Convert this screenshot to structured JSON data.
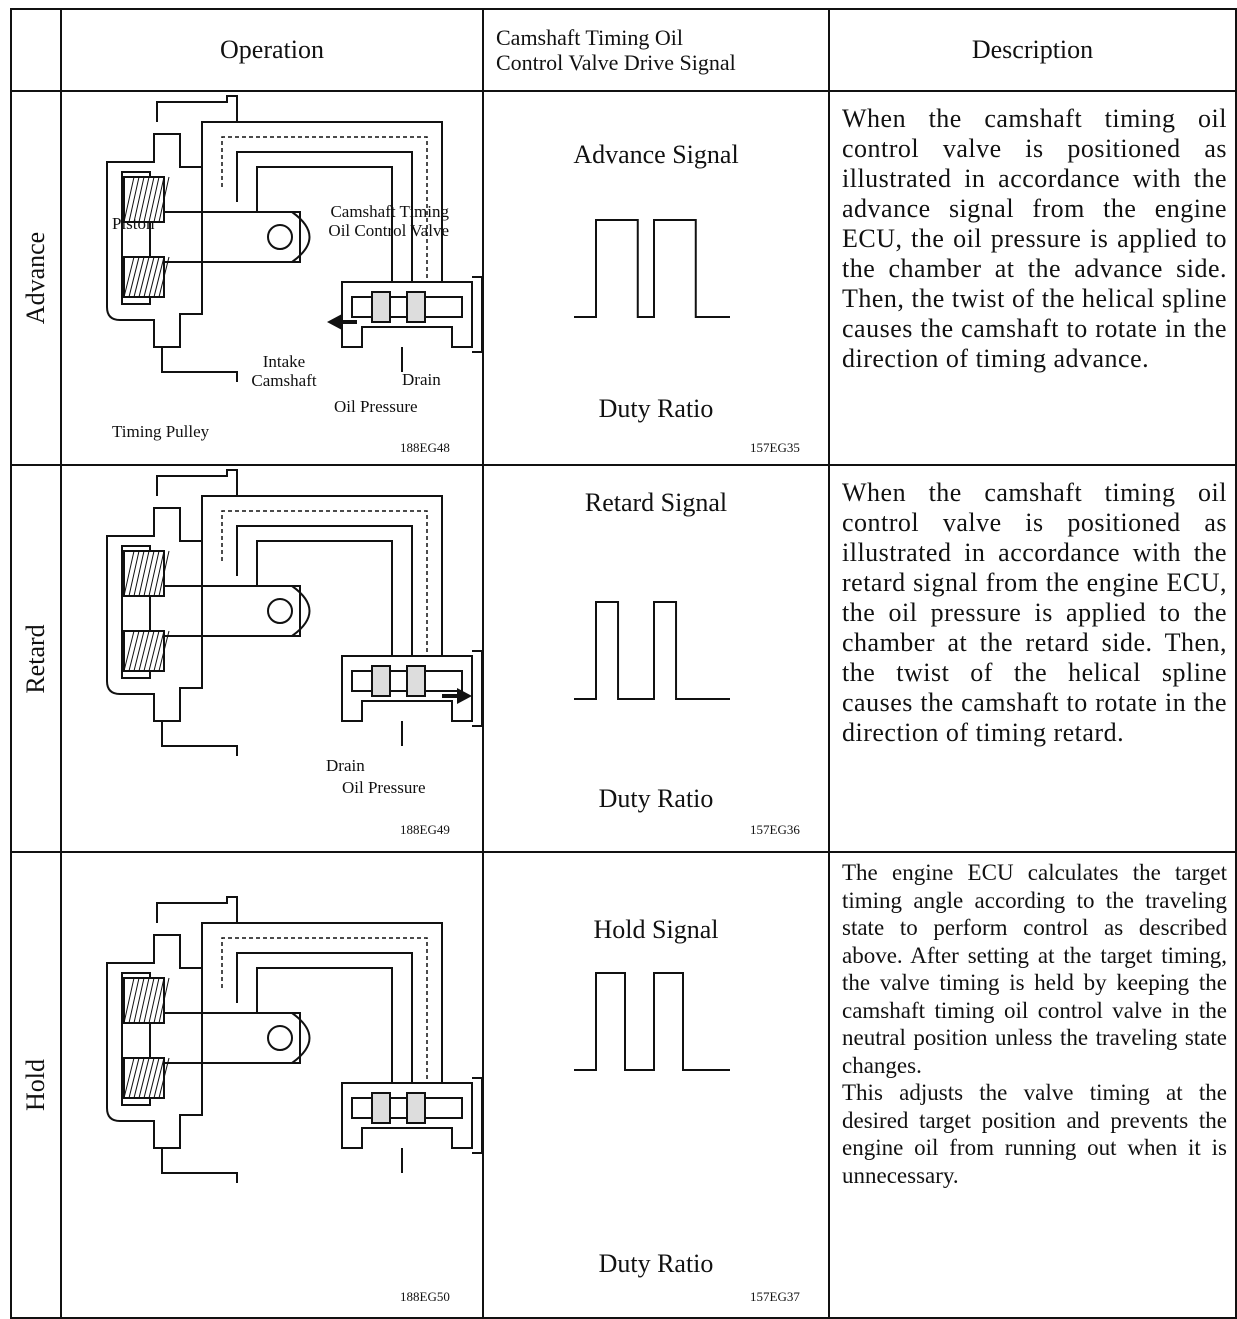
{
  "header": {
    "blank": "",
    "operation": "Operation",
    "signal_line1": "Camshaft Timing Oil",
    "signal_line2": "Control Valve Drive Signal",
    "description": "Description"
  },
  "rows": [
    {
      "mode": "Advance",
      "labels": {
        "piston": "Piston",
        "valve_line1": "Camshaft Timing",
        "valve_line2": "Oil Control Valve",
        "intake_line1": "Intake",
        "intake_line2": "Camshaft",
        "drain": "Drain",
        "oil_pressure": "Oil Pressure",
        "timing_pulley": "Timing Pulley"
      },
      "figure_code": "188EG48",
      "signal_title": "Advance Signal",
      "duty": "Duty Ratio",
      "signal_code": "157EG35",
      "duty_fraction": 0.72,
      "description": "When the camshaft timing oil control valve is positioned as illustrated in accordance with the advance signal from the engine ECU, the oil pressure is applied to the chamber at the advance side. Then, the twist of the helical spline causes the camshaft to rotate in the direction of timing advance."
    },
    {
      "mode": "Retard",
      "labels": {
        "drain": "Drain",
        "oil_pressure": "Oil Pressure"
      },
      "figure_code": "188EG49",
      "signal_title": "Retard Signal",
      "duty": "Duty Ratio",
      "signal_code": "157EG36",
      "duty_fraction": 0.38,
      "description": "When the camshaft timing oil control valve is positioned as illustrated in accordance with the retard signal from the engine ECU, the oil pressure is applied to the chamber at the retard side. Then, the twist of the helical spline causes the camshaft to rotate in the direction of timing retard."
    },
    {
      "mode": "Hold",
      "figure_code": "188EG50",
      "signal_title": "Hold Signal",
      "duty": "Duty Ratio",
      "signal_code": "157EG37",
      "duty_fraction": 0.5,
      "description_p1": "The engine ECU calculates the target timing angle according to the traveling state to perform control as described above. After setting at the target timing, the valve timing is held by keeping the camshaft timing oil control valve in the neutral position unless the traveling state changes.",
      "description_p2": "This adjusts the valve timing at the desired target position and prevents the engine oil from running out when it is unnecessary."
    }
  ]
}
